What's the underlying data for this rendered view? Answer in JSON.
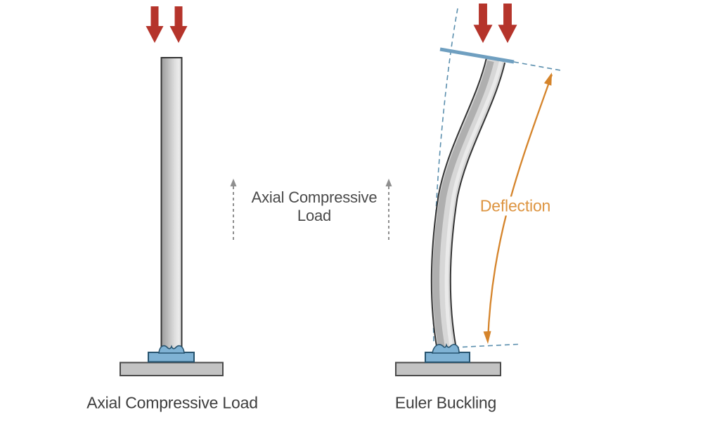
{
  "figure": {
    "title_context": "Euler buckling diagram",
    "center_annotation": {
      "line1": "Axial Compressive",
      "line2": "Load"
    },
    "left_column": {
      "caption": "Axial Compressive Load"
    },
    "right_column": {
      "caption": "Euler Buckling",
      "deflection_label": "Deflection"
    }
  },
  "icons": {
    "load_arrow_icon": "red downward block arrow (two per column)",
    "dashed_up_arrow_icon": "gray dashed upward arrow",
    "deflection_arrow_icon": "orange curved double-headed arrow"
  },
  "colors": {
    "arrow_red": "#b5342b",
    "steel_blue": "#7fb2d4",
    "steel_navy": "#27536e",
    "cap_blue": "#6f9fc0",
    "dashed_blue": "#5b8fae",
    "column_light": "#d7d7d7",
    "column_shade": "#afafaf",
    "column_outline": "#333333",
    "ground_gray": "#c3c3c3",
    "ground_outline": "#4a4a4a",
    "dashed_gray": "#8f8f8f",
    "orange": "#d5842b",
    "orange_text": "#dd9440",
    "text_dark": "#3d3d3d",
    "text_gray": "#4a4a4a",
    "background": "#ffffff"
  }
}
